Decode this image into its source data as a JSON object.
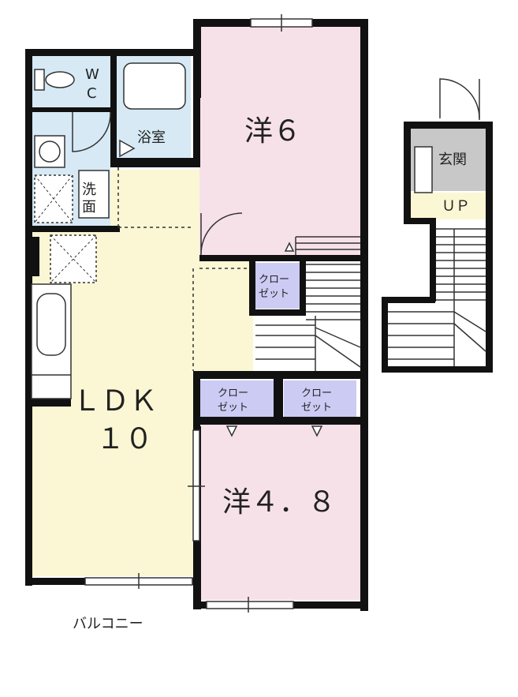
{
  "rooms": {
    "western6": "洋６",
    "western48": "洋４．８",
    "ldk_line1": "ＬＤＫ",
    "ldk_line2": "１０",
    "bath": "浴室",
    "wash_1": "洗",
    "wash_2": "面",
    "wc_1": "W",
    "wc_2": "C",
    "entrance": "玄関",
    "up": "ＵＰ",
    "balcony": "バルコニー",
    "closet_a_1": "クロー",
    "closet_a_2": "ゼット",
    "closet_b_1": "クロー",
    "closet_b_2": "ゼット",
    "closet_c_1": "クロー",
    "closet_c_2": "ゼット"
  },
  "colors": {
    "western": "#f7e1e8",
    "ldk": "#fbf7d4",
    "wet": "#d6e9f5",
    "closet": "#cccbf4",
    "entrance": "#c8c8c8",
    "up": "#fbf7d4",
    "balcony": "#ffffff",
    "wall": "#111111"
  }
}
